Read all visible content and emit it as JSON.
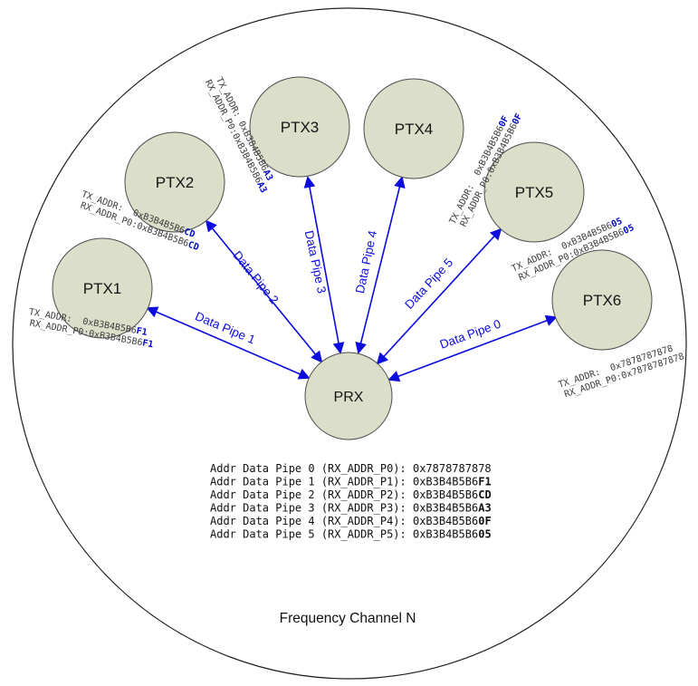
{
  "title": "Frequency Channel N",
  "colors": {
    "arrow_blue": "#0b0bdf",
    "highlight_blue": "#0008cf",
    "node_fill": "#dbdfca"
  },
  "prx": {
    "label": "PRX"
  },
  "nodes": [
    {
      "label": "PTX1",
      "pipe_label": "Data Pipe 1",
      "tx_text": "TX_ADDR:  0xB3B4B5B6",
      "tx_byte": "F1",
      "rx_text": "RX_ADDR_P0:0xB3B4B5B6",
      "rx_byte": "F1"
    },
    {
      "label": "PTX2",
      "pipe_label": "Data Pipe 2",
      "tx_text": "TX_ADDR:  0xB3B4B5B6",
      "tx_byte": "CD",
      "rx_text": "RX_ADDR_P0:0xB3B4B5B6",
      "rx_byte": "CD"
    },
    {
      "label": "PTX3",
      "pipe_label": "Data Pipe 3",
      "tx_text": "TX_ADDR: 0xB3B4B5B6",
      "tx_byte": "A3",
      "rx_text": "RX_ADDR_P0:0xB3B4B5B6",
      "rx_byte": "A3"
    },
    {
      "label": "PTX4",
      "pipe_label": "Data Pipe 4",
      "tx_text": "TX_ADDR:  0xB3B4B5B6",
      "tx_byte": "0F",
      "rx_text": "RX_ADDR_P0:0xB3B4B5B6",
      "rx_byte": "0F"
    },
    {
      "label": "PTX5",
      "pipe_label": "Data Pipe 5",
      "tx_text": "TX_ADDR:  0xB3B4B5B6",
      "tx_byte": "05",
      "rx_text": "RX_ADDR_P0:0xB3B4B5B6",
      "rx_byte": "05"
    },
    {
      "label": "PTX6",
      "pipe_label": "Data Pipe 0",
      "tx_text": "TX_ADDR:  0x7878787878",
      "tx_byte": "",
      "rx_text": "RX_ADDR_P0:0x7878787878",
      "rx_byte": ""
    }
  ],
  "address_table": [
    {
      "text": "Addr Data Pipe 0 (RX_ADDR_P0): 0x7878787878",
      "byte": ""
    },
    {
      "text": "Addr Data Pipe 1 (RX_ADDR_P1): 0xB3B4B5B6",
      "byte": "F1"
    },
    {
      "text": "Addr Data Pipe 2 (RX_ADDR_P2): 0xB3B4B5B6",
      "byte": "CD"
    },
    {
      "text": "Addr Data Pipe 3 (RX_ADDR_P3): 0xB3B4B5B6",
      "byte": "A3"
    },
    {
      "text": "Addr Data Pipe 4 (RX_ADDR_P4): 0xB3B4B5B6",
      "byte": "0F"
    },
    {
      "text": "Addr Data Pipe 5 (RX_ADDR_P5): 0xB3B4B5B6",
      "byte": "05"
    }
  ]
}
